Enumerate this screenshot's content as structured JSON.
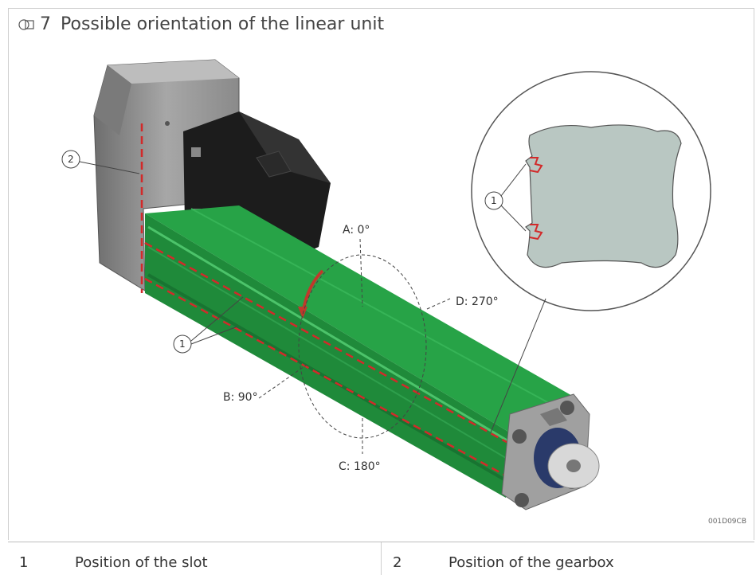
{
  "figure": {
    "number": "7",
    "title": "Possible orientation of the linear unit",
    "image_code": "001D09CB",
    "icon": "figure-icon"
  },
  "callouts": {
    "slot": "1",
    "gearbox": "2",
    "detail_slot": "1"
  },
  "orientations": {
    "a": "A: 0°",
    "b": "B: 90°",
    "c": "C: 180°",
    "d": "D: 270°"
  },
  "legend": [
    {
      "num": "1",
      "text": "Position of the slot"
    },
    {
      "num": "2",
      "text": "Position of the gearbox"
    }
  ],
  "colors": {
    "profile_green": "#1f8a3a",
    "slot_red": "#d22a2a",
    "profile_detail": "#b9c7c2"
  }
}
